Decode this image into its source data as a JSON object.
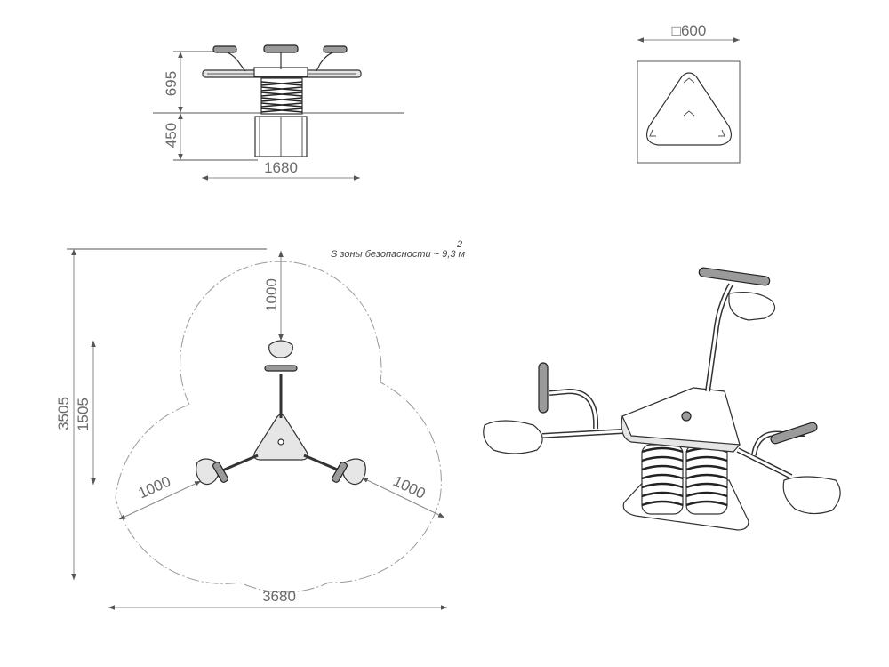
{
  "side_view": {
    "height_above": "695",
    "height_below": "450",
    "width": "1680"
  },
  "footprint": {
    "size_label": "□600"
  },
  "plan": {
    "safety_zone_label": "S зоны безопасности ~ 9,3 м",
    "safety_zone_superscript": "2",
    "radius_top": "1000",
    "radius_left": "1000",
    "radius_right": "1000",
    "height_total": "3505",
    "height_partial": "1505",
    "width_total": "3680"
  }
}
